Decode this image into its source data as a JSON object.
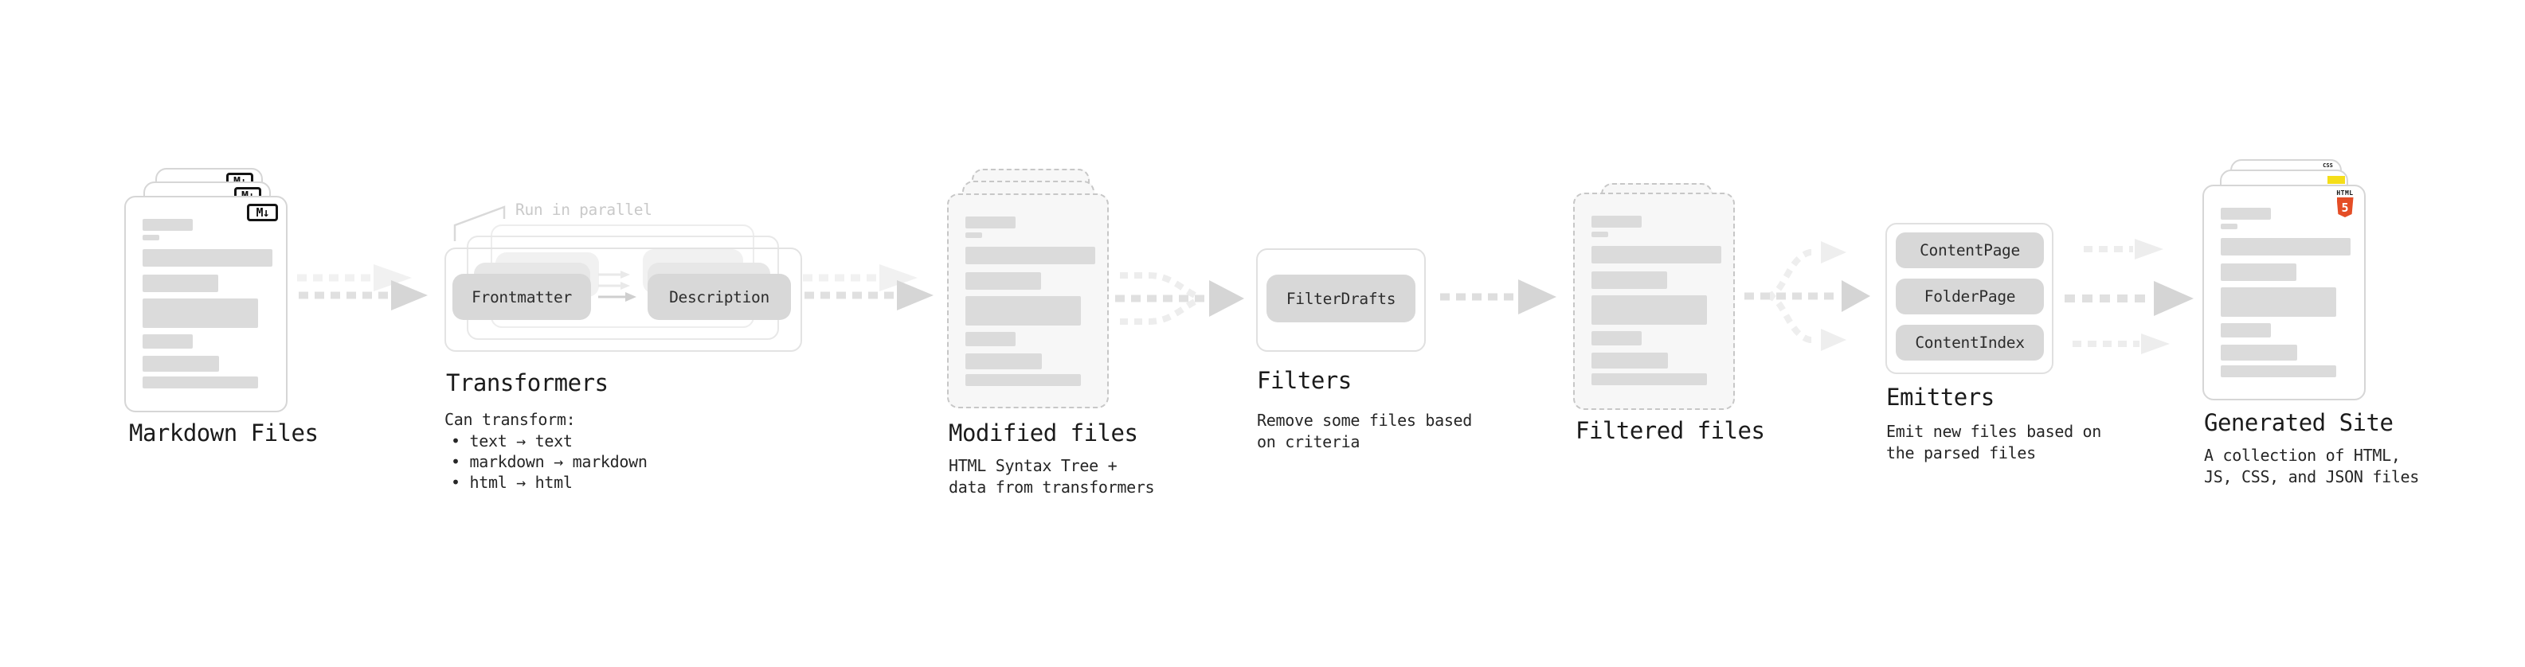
{
  "stages": {
    "markdown": {
      "label": "Markdown Files",
      "badge": "M↓"
    },
    "transformers": {
      "label": "Transformers",
      "annotation": "Run in parallel",
      "pill_from": "Frontmatter",
      "pill_to": "Description",
      "caption_title": "Can transform:",
      "bullets": [
        "• text → text",
        "• markdown → markdown",
        "• html → html"
      ]
    },
    "modified": {
      "label": "Modified files",
      "caption_line1": "HTML Syntax Tree +",
      "caption_line2": "data from transformers"
    },
    "filters": {
      "label": "Filters",
      "pill": "FilterDrafts",
      "caption_line1": "Remove some files based",
      "caption_line2": "on criteria"
    },
    "filtered": {
      "label": "Filtered files"
    },
    "emitters": {
      "label": "Emitters",
      "pills": [
        "ContentPage",
        "FolderPage",
        "ContentIndex"
      ],
      "caption_line1": "Emit new files based on",
      "caption_line2": "the parsed files"
    },
    "site": {
      "label": "Generated Site",
      "caption_line1": "A collection of HTML,",
      "caption_line2": "JS, CSS, and JSON files",
      "badge_css": "CSS",
      "badge_html": "HTML",
      "badge_html_number": "5"
    }
  },
  "colors": {
    "html5_orange": "#e44d26",
    "js_yellow": "#f5de19",
    "css_blue": "#264de4"
  }
}
